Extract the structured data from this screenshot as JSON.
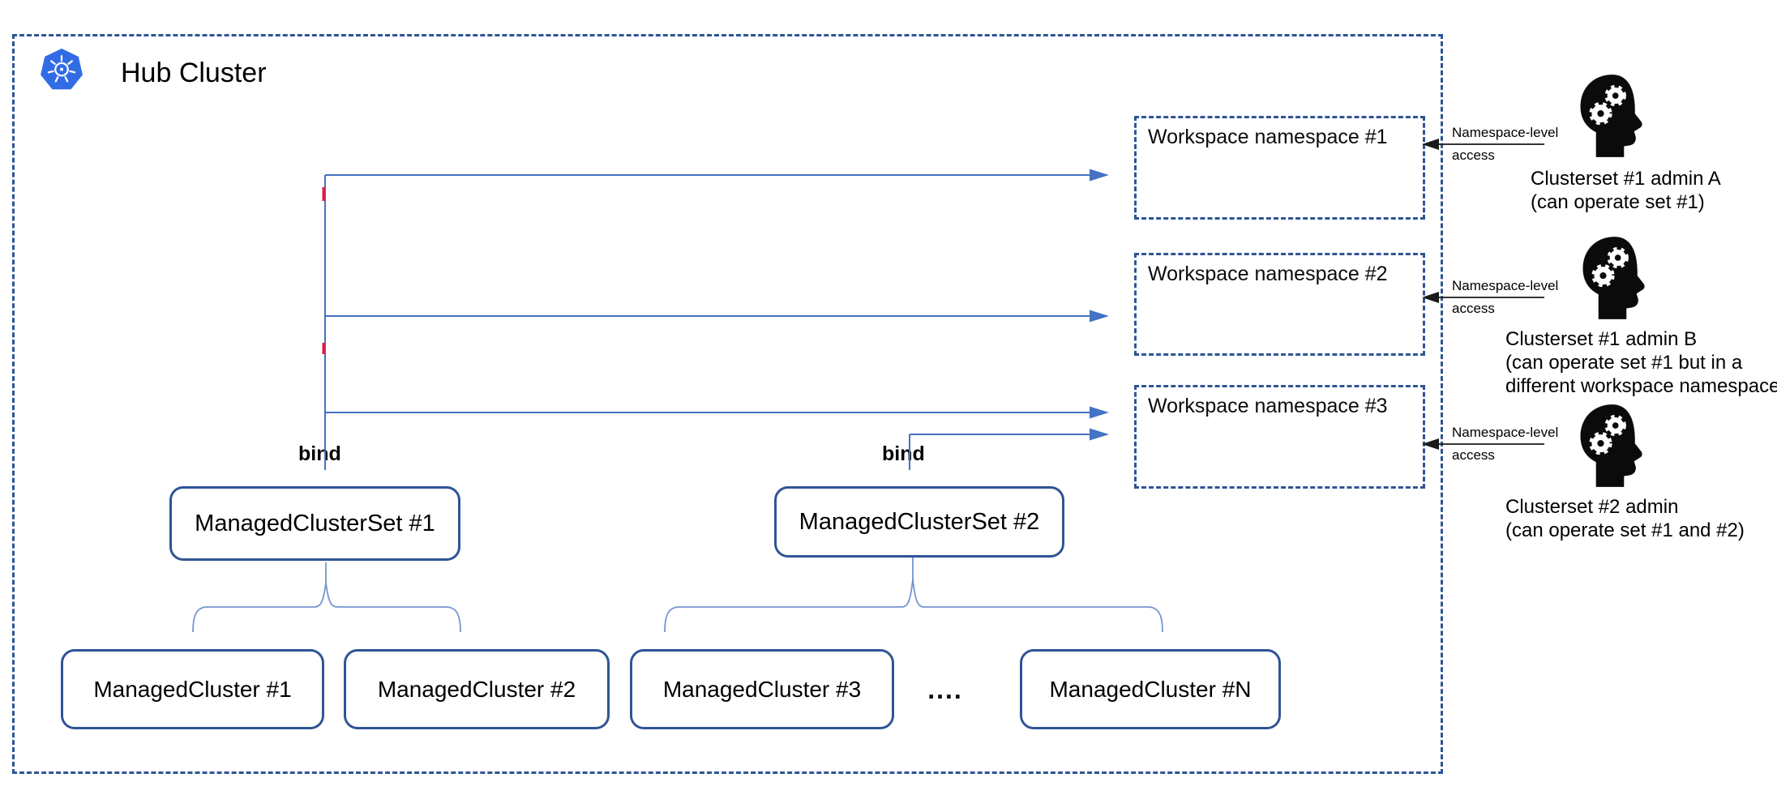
{
  "colors": {
    "border-blue": "#2F5496",
    "connector-blue": "#4472C4",
    "brace-blue": "#7396D0",
    "k8s-blue": "#326CE5",
    "tick-red": "#DC1C48",
    "line-black": "#1a1a1a"
  },
  "hub": {
    "title": "Hub Cluster",
    "logo_icon": "kubernetes-logo"
  },
  "workspaces": [
    {
      "label": "Workspace namespace #1"
    },
    {
      "label": "Workspace namespace #2"
    },
    {
      "label": "Workspace namespace #3"
    }
  ],
  "bind_labels": [
    "bind",
    "bind"
  ],
  "clustersets": [
    {
      "label": "ManagedClusterSet #1"
    },
    {
      "label": "ManagedClusterSet #2"
    }
  ],
  "clusters": [
    {
      "label": "ManagedCluster #1"
    },
    {
      "label": "ManagedCluster #2"
    },
    {
      "label": "ManagedCluster #3"
    },
    {
      "label": "ManagedCluster #N"
    }
  ],
  "ellipsis": "....",
  "access_labels": [
    {
      "line1": "Namespace-level",
      "line2": "access"
    },
    {
      "line1": "Namespace-level",
      "line2": "access"
    },
    {
      "line1": "Namespace-level",
      "line2": "access"
    }
  ],
  "admins": [
    {
      "icon": "head-gears-icon",
      "lines": [
        "Clusterset #1 admin A",
        "(can operate set #1)"
      ]
    },
    {
      "icon": "head-gears-icon",
      "lines": [
        "Clusterset #1 admin B",
        "(can operate set #1 but in a",
        "different workspace namespace)"
      ]
    },
    {
      "icon": "head-gears-icon",
      "lines": [
        "Clusterset #2 admin",
        "(can operate set #1 and #2)"
      ]
    }
  ]
}
